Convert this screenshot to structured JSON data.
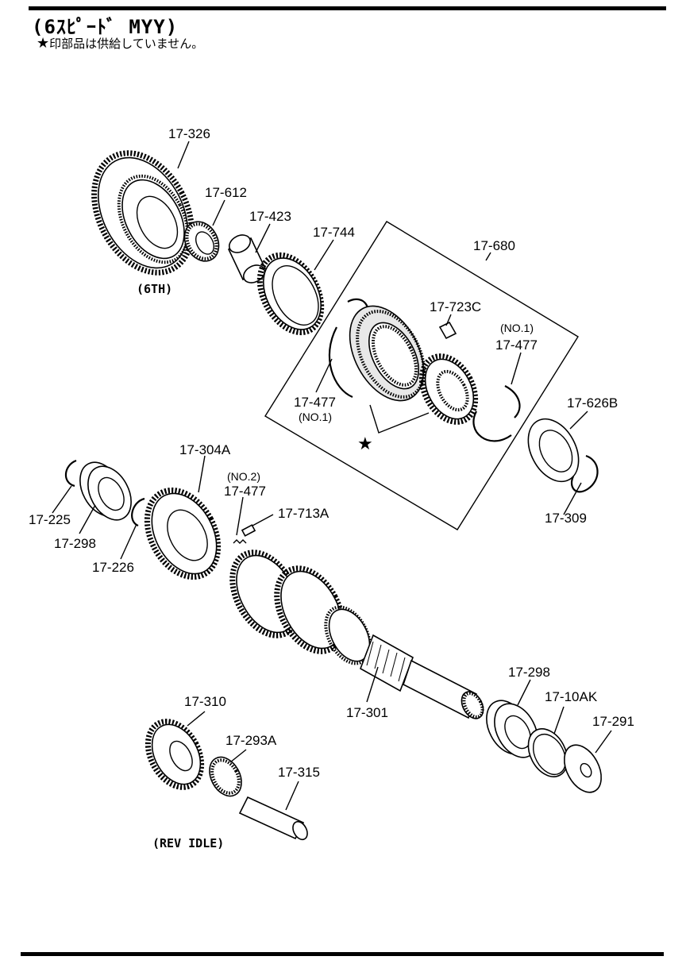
{
  "header": {
    "title": "(6ｽﾋﾟｰﾄﾞ MYY)",
    "note": "印部品は供給していません。",
    "note_symbol": "★"
  },
  "captions": {
    "sixth": "(6TH)",
    "rev_idle": "(REV IDLE)"
  },
  "star_marker": "★",
  "labels": {
    "p17_326": "17-326",
    "p17_612": "17-612",
    "p17_423": "17-423",
    "p17_744": "17-744",
    "p17_680": "17-680",
    "p17_723c": "17-723C",
    "no1_right": "(NO.1)",
    "p17_477_right": "17-477",
    "p17_477_left": "17-477",
    "no1_left": "(NO.1)",
    "p17_626b": "17-626B",
    "p17_309": "17-309",
    "p17_304a": "17-304A",
    "no2": "(NO.2)",
    "p17_477_no2": "17-477",
    "p17_713a": "17-713A",
    "p17_225": "17-225",
    "p17_298_left": "17-298",
    "p17_226": "17-226",
    "p17_301": "17-301",
    "p17_298_right": "17-298",
    "p17_10ak": "17-10AK",
    "p17_291": "17-291",
    "p17_310": "17-310",
    "p17_293a": "17-293A",
    "p17_315": "17-315"
  }
}
